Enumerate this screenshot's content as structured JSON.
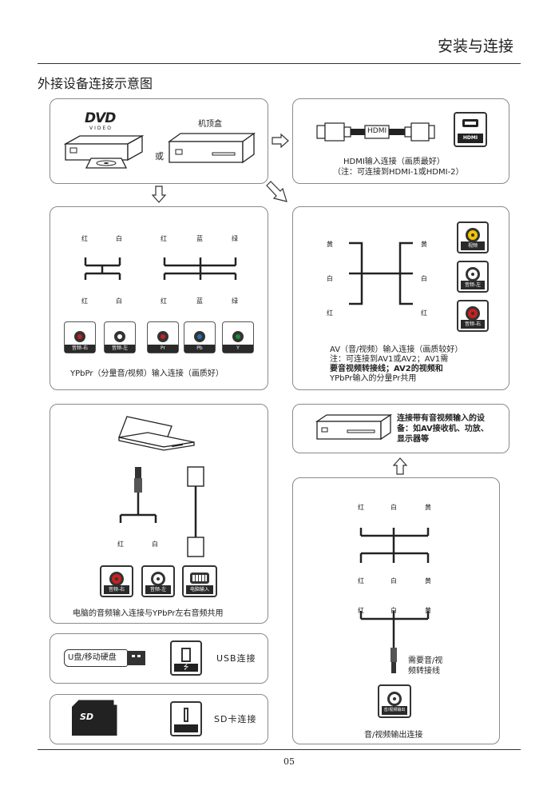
{
  "header": {
    "section_title": "安装与连接",
    "page_heading": "外接设备连接示意图"
  },
  "dvd": {
    "logo": "DVD",
    "logo_sub": "VIDEO",
    "or_label": "或",
    "stb_label": "机顶盒"
  },
  "hdmi": {
    "cable_label": "HDMI",
    "line1": "HDMI输入连接（画质最好）",
    "line2": "（注：可连接到HDMI-1或HDMI-2）",
    "port_label": "HDMI"
  },
  "ypbpr": {
    "audio_plugs": [
      "红",
      "白"
    ],
    "video_plugs": [
      "红",
      "蓝",
      "绿"
    ],
    "plugs_bottom": [
      "红",
      "白",
      "红",
      "蓝",
      "绿"
    ],
    "ports": [
      "音频-右",
      "音频-左",
      "Pr",
      "Pb",
      "Y"
    ],
    "caption": "YPbPr（分量音/视频）输入连接（画质好）"
  },
  "av": {
    "plugs": [
      "黄",
      "白",
      "红"
    ],
    "ports": [
      "视频",
      "音频-左",
      "音频-右"
    ],
    "caption_l1": "AV（音/视频）输入连接（画质较好）",
    "caption_l2": "注：可连接到AV1或AV2；AV1需",
    "caption_l3": "要音视频转接线；AV2的视频和",
    "caption_l4": "YPbPr输入的分量Pr共用"
  },
  "pc": {
    "plugs": [
      "红",
      "白"
    ],
    "ports": [
      "音频-右",
      "音频-左",
      "电脑输入"
    ],
    "caption": "电脑的音频输入连接与YPbPr左右音频共用"
  },
  "usb": {
    "stick_label": "U盘/移动硬盘",
    "caption": "USB连接"
  },
  "sd": {
    "card_logo": "SD",
    "caption": "SD卡连接"
  },
  "receiver": {
    "line1": "连接带有音视频输入的设",
    "line2": "备：如AV接收机、功放、",
    "line3": "显示器等"
  },
  "avout": {
    "top_plugs": [
      "红",
      "白",
      "黄"
    ],
    "bottom_plugs": [
      "红",
      "白",
      "黄"
    ],
    "lower_plugs": [
      "红",
      "白",
      "黄"
    ],
    "adapter_l1": "需要音/视",
    "adapter_l2": "频转接线",
    "port_label": "音/视频输出",
    "caption": "音/视频输出连接"
  },
  "footer": {
    "page_number": "05"
  },
  "colors": {
    "red": "#c8201f",
    "white": "#ffffff",
    "yellow": "#f4d800",
    "blue": "#1f72b8",
    "green": "#1d8a3a"
  }
}
